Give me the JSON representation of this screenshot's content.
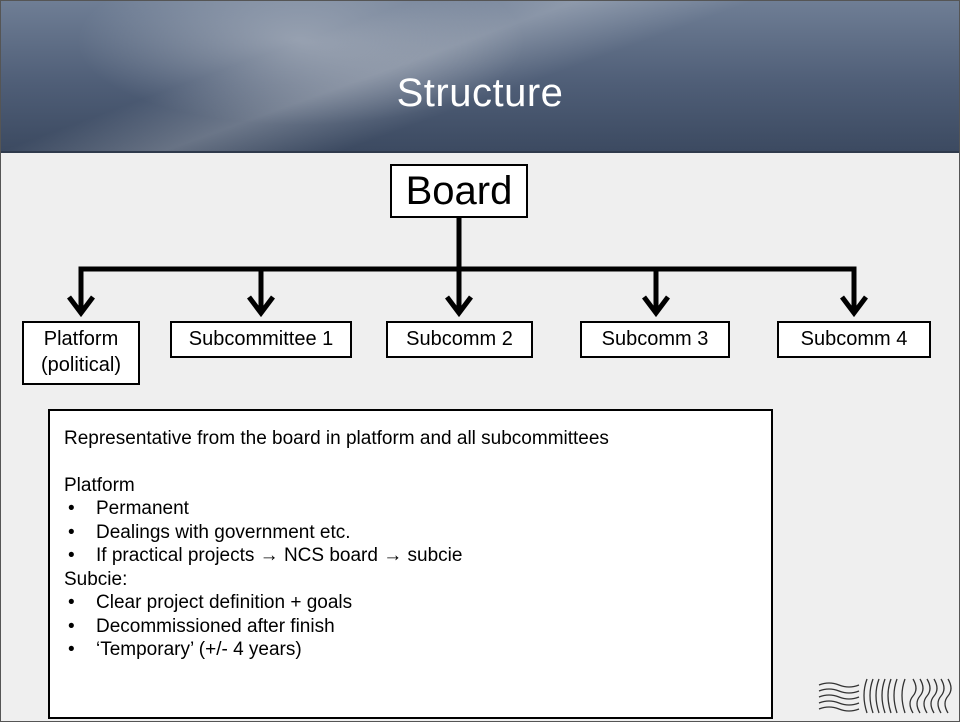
{
  "slide": {
    "title": "Structure"
  },
  "diagram": {
    "root": "Board",
    "children": [
      {
        "label": "Platform\n(political)"
      },
      {
        "label": "Subcommittee 1"
      },
      {
        "label": "Subcomm 2"
      },
      {
        "label": "Subcomm 3"
      },
      {
        "label": "Subcomm 4"
      }
    ]
  },
  "notes": {
    "lead": "Representative from the board in platform and all subcommittees",
    "platform_heading": "Platform",
    "platform_items": [
      "Permanent",
      "Dealings with government etc.",
      "If practical projects → NCS board → subcie"
    ],
    "subcie_heading": "Subcie:",
    "subcie_items": [
      "Clear project definition + goals",
      "Decommissioned after finish",
      "‘Temporary’ (+/- 4 years)"
    ]
  },
  "logo": {
    "icon": "wave-logo-icon"
  }
}
